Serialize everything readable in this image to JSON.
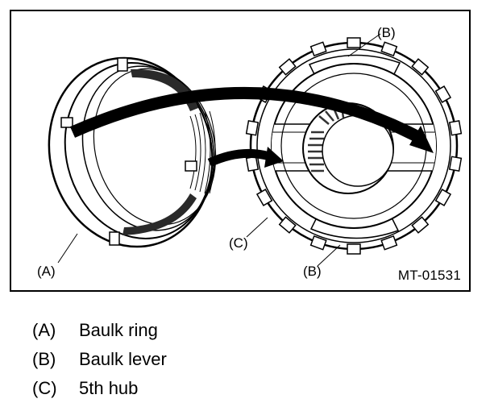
{
  "diagram": {
    "callouts": {
      "a": "(A)",
      "b_top": "(B)",
      "b_bottom": "(B)",
      "c": "(C)"
    },
    "figure_id": "MT-01531"
  },
  "legend": {
    "items": [
      {
        "key": "(A)",
        "label": "Baulk ring"
      },
      {
        "key": "(B)",
        "label": "Baulk lever"
      },
      {
        "key": "(C)",
        "label": "5th hub"
      }
    ]
  }
}
